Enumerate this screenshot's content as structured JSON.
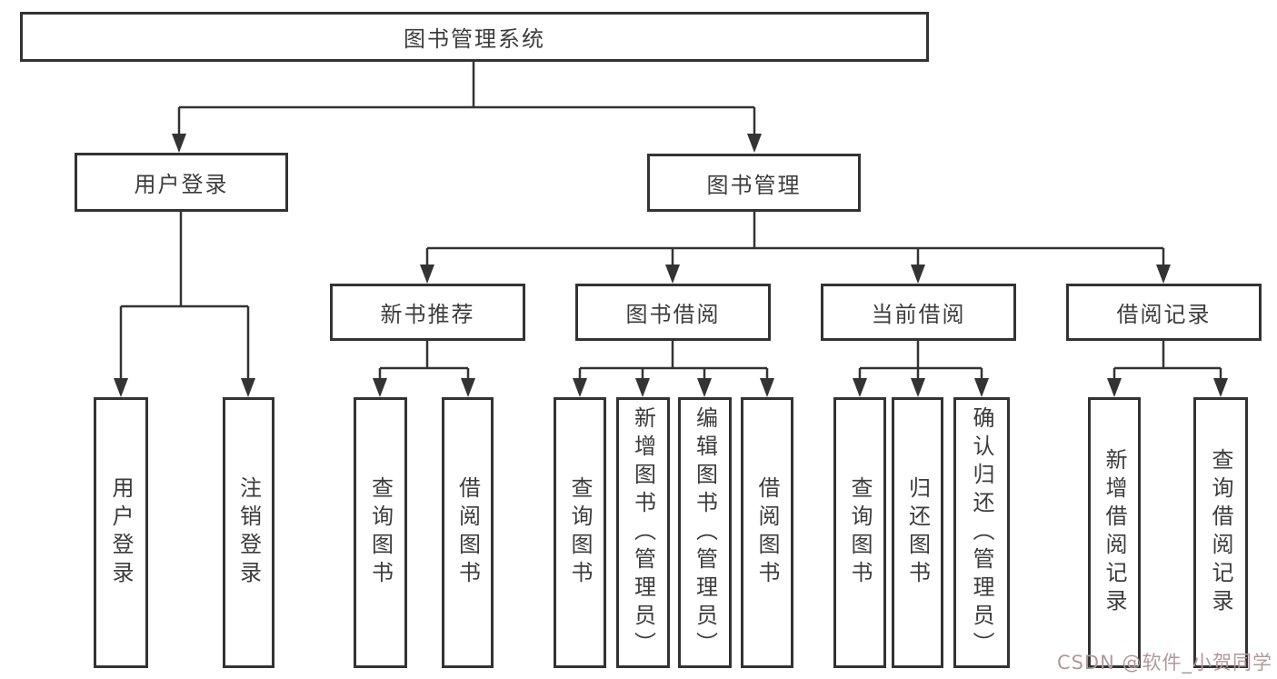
{
  "diagram_type": "hierarchy",
  "tree": {
    "root": {
      "label": "图书管理系统",
      "children": [
        {
          "label": "用户登录",
          "children": [
            {
              "label": "用户登录"
            },
            {
              "label": "注销登录"
            }
          ]
        },
        {
          "label": "图书管理",
          "children": [
            {
              "label": "新书推荐",
              "children": [
                {
                  "label": "查询图书"
                },
                {
                  "label": "借阅图书"
                }
              ]
            },
            {
              "label": "图书借阅",
              "children": [
                {
                  "label": "查询图书"
                },
                {
                  "label": "新增图书（管理员）"
                },
                {
                  "label": "编辑图书（管理员）"
                },
                {
                  "label": "借阅图书"
                }
              ]
            },
            {
              "label": "当前借阅",
              "children": [
                {
                  "label": "查询图书"
                },
                {
                  "label": "归还图书"
                },
                {
                  "label": "确认归还（管理员）"
                }
              ]
            },
            {
              "label": "借阅记录",
              "children": [
                {
                  "label": "新增借阅记录"
                },
                {
                  "label": "查询借阅记录"
                }
              ]
            }
          ]
        }
      ]
    }
  },
  "watermark": {
    "text": "CSDN @软件_小贺同学",
    "color": "#b49799"
  },
  "colors": {
    "line": "#333333",
    "text": "#3c3c3c",
    "background": "#ffffff"
  }
}
